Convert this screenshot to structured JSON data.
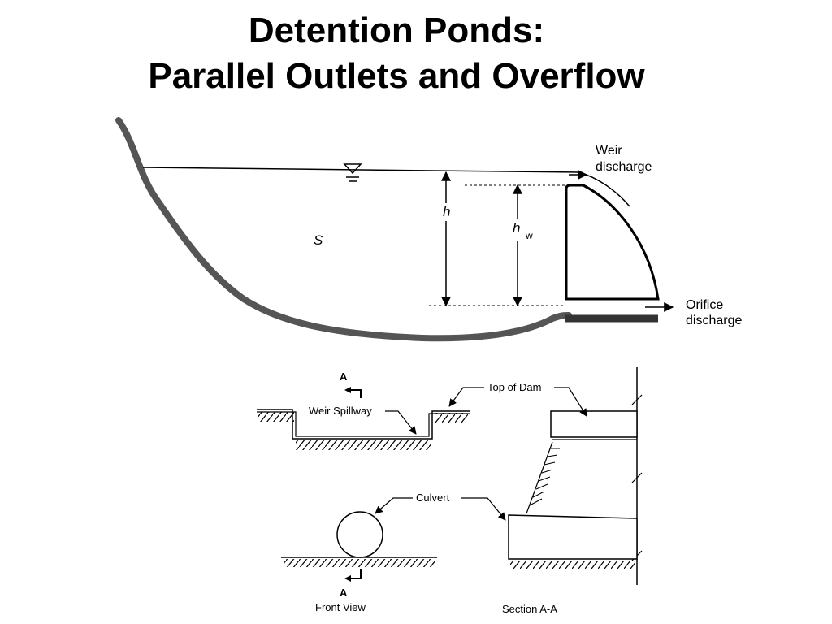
{
  "title": {
    "line1": "Detention Ponds:",
    "line2": "Parallel Outlets and Overflow"
  },
  "pond_diagram": {
    "weir_label_line1": "Weir",
    "weir_label_line2": "discharge",
    "orifice_label_line1": "Orifice",
    "orifice_label_line2": "discharge",
    "storage_label": "S",
    "head_label": "h",
    "weir_head_label": "h",
    "weir_head_subscript": "w"
  },
  "front_view": {
    "section_marker": "A",
    "weir_spillway_label": "Weir Spillway",
    "culvert_label": "Culvert",
    "caption": "Front View"
  },
  "section_view": {
    "top_of_dam_label": "Top of Dam",
    "caption": "Section A-A"
  },
  "icons": {
    "water_surface": "water-surface-triangle-icon"
  }
}
